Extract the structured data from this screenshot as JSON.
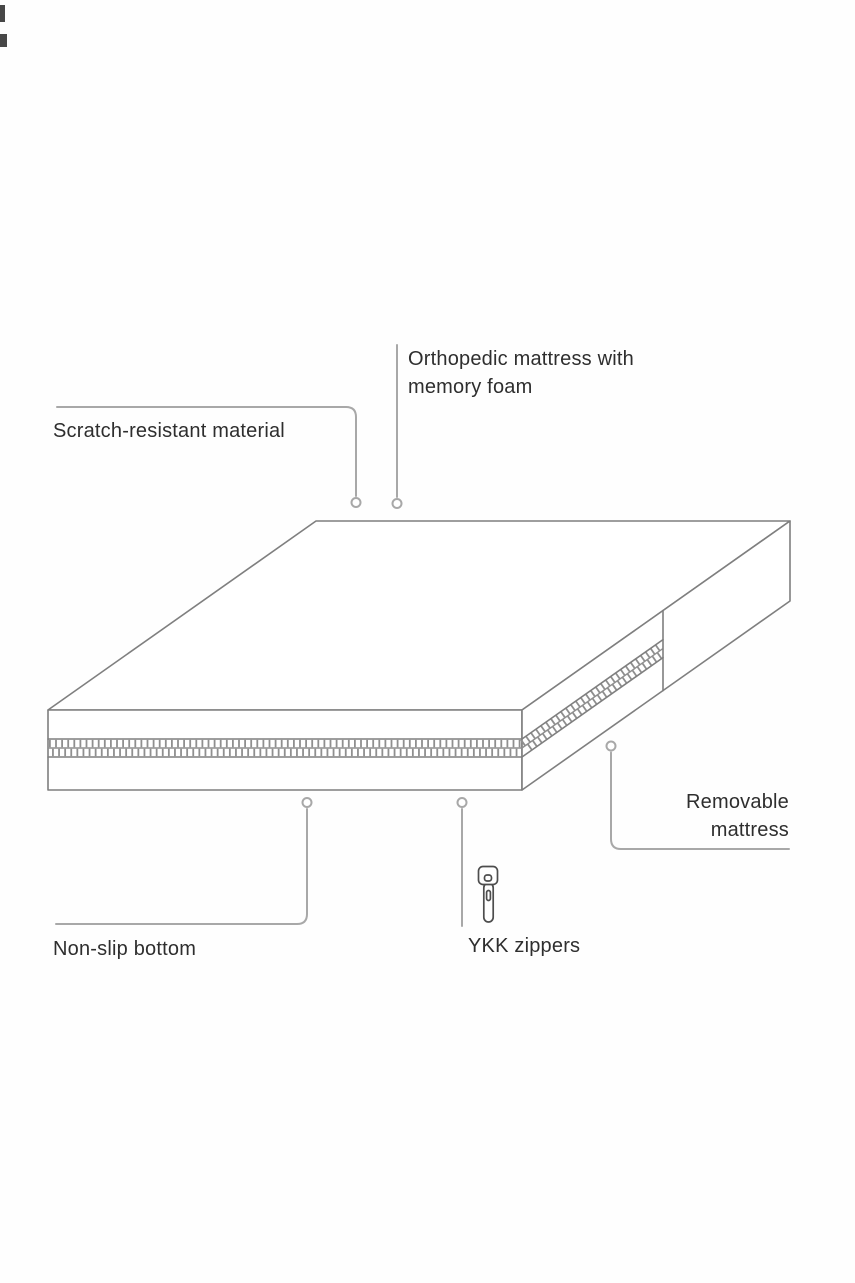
{
  "diagram": {
    "labels": {
      "orthopedic_mattress": {
        "lines": [
          "Orthopedic mattress with",
          "memory foam"
        ]
      },
      "scratch_resistant": {
        "text": "Scratch-resistant material"
      },
      "removable_mattress": {
        "lines": [
          "Removable",
          "mattress"
        ]
      },
      "non_slip": {
        "text": "Non-slip bottom"
      },
      "ykk_zippers": {
        "text": "YKK zippers"
      }
    },
    "icons": [
      {
        "name": "zipper-pull-icon"
      },
      {
        "name": "leader-dot"
      }
    ],
    "colors": {
      "background": "#fefefe",
      "outline": "#7f7f7f",
      "leader_line": "#a8a8a8",
      "zipper_teeth": "#8f8f8f",
      "text": "#2e2e2e",
      "icon_stroke": "#4d4d4d"
    }
  }
}
